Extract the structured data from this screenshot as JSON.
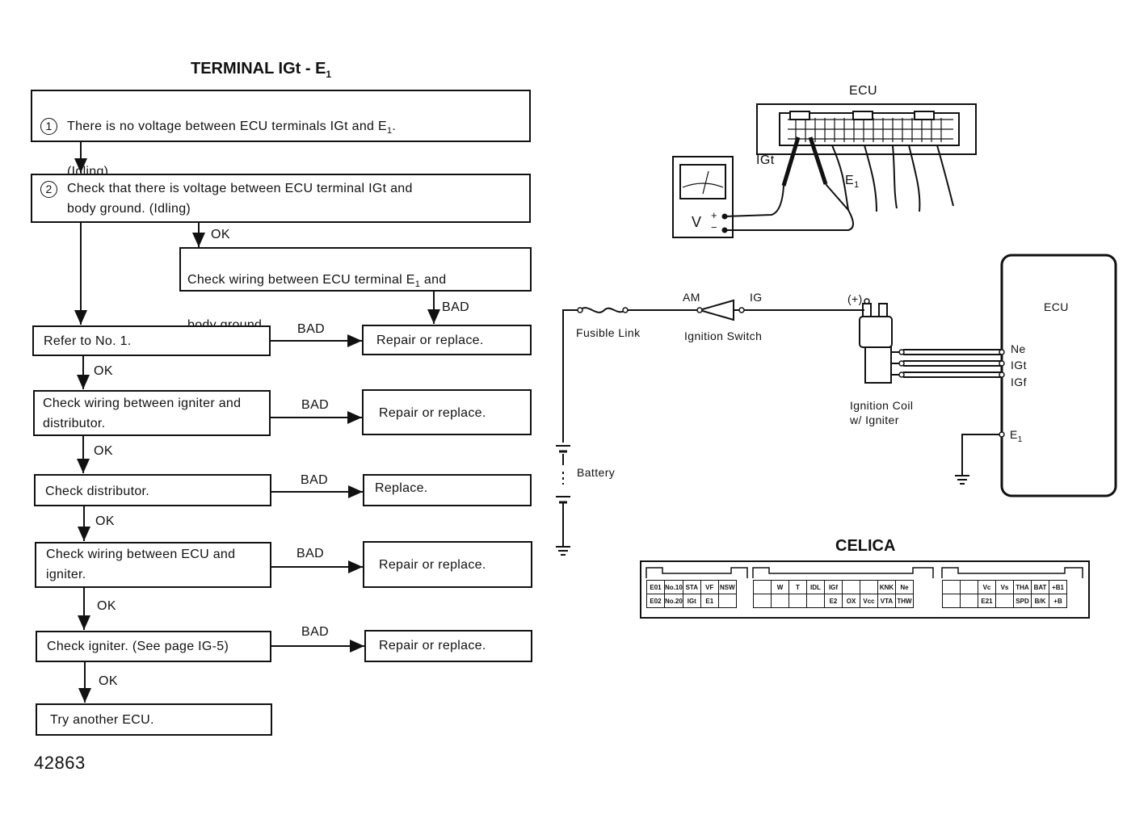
{
  "flowchart": {
    "title": "TERMINAL IGt - E",
    "title_sub": "1",
    "steps": {
      "step1_num": "1",
      "step1_line1": "There is no voltage between ECU terminals IGt and E",
      "step1_sub": "1",
      "step1_line2": "(Idling)",
      "step2_num": "2",
      "step2_text": "Check that there is voltage between ECU terminal IGt and\nbody ground. (Idling)",
      "check_e1_line1": "Check wiring between ECU terminal E",
      "check_e1_sub": "1",
      "check_e1_line2": "body ground.",
      "check_e1_and": "and",
      "refer": "Refer to No. 1.",
      "igniter_dist": "Check wiring between igniter and\ndistributor.",
      "distributor": "Check distributor.",
      "ecu_igniter": "Check wiring between ECU and\nigniter.",
      "igniter": "Check igniter. (See page IG-5)",
      "try_ecu": "Try another ECU.",
      "repair1": "Repair or replace.",
      "repair2": "Repair or replace.",
      "replace": "Replace.",
      "repair3": "Repair or replace.",
      "repair4": "Repair or replace."
    },
    "ok_label": "OK",
    "bad_label": "BAD",
    "figure_number": "42863"
  },
  "ecu_meter_diagram": {
    "ecu_label": "ECU",
    "igt_label": "IGt",
    "e1_label": "E",
    "e1_sub": "1",
    "voltmeter_label": "V",
    "plus": "+",
    "minus": "−"
  },
  "wiring_diagram": {
    "fusible_link": "Fusible Link",
    "am": "AM",
    "ig": "IG",
    "ignition_switch": "Ignition Switch",
    "plus_terminal": "(+)",
    "ignition_coil": "Ignition Coil\nw/ Igniter",
    "battery": "Battery",
    "ecu": "ECU",
    "ne": "Ne",
    "igt": "IGt",
    "igf": "IGf",
    "e1": "E",
    "e1_sub": "1"
  },
  "connector": {
    "title": "CELICA",
    "block1": [
      [
        "E01",
        "No.10",
        "STA",
        "VF",
        "NSW"
      ],
      [
        "E02",
        "No.20",
        "IGt",
        "E1",
        ""
      ]
    ],
    "block2": [
      [
        "",
        "W",
        "T",
        "IDL",
        "IGf",
        "",
        "",
        "KNK",
        "Ne"
      ],
      [
        "",
        "",
        "",
        "",
        "E2",
        "OX",
        "Vcc",
        "VTA",
        "THW"
      ]
    ],
    "block3": [
      [
        "",
        "",
        "Vc",
        "Vs",
        "THA",
        "BAT",
        "+B1"
      ],
      [
        "",
        "",
        "E21",
        "",
        "SPD",
        "B/K",
        "+B"
      ]
    ]
  }
}
